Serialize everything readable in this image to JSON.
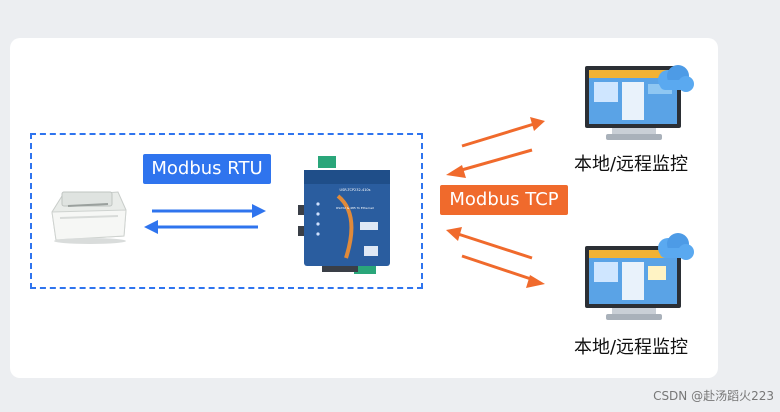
{
  "labels": {
    "rtu": "Modbus RTU",
    "tcp": "Modbus TCP",
    "station_top": "本地/远程监控",
    "station_bottom": "本地/远程监控"
  },
  "device": {
    "model_text": "USR-TCP232-410s",
    "sub_text": "RS232 & 485 To Ethernet"
  },
  "watermark": "CSDN @赴汤蹈火223",
  "colors": {
    "blue": "#2f74ee",
    "orange": "#f06a2c",
    "device_body": "#2a5d9f"
  }
}
